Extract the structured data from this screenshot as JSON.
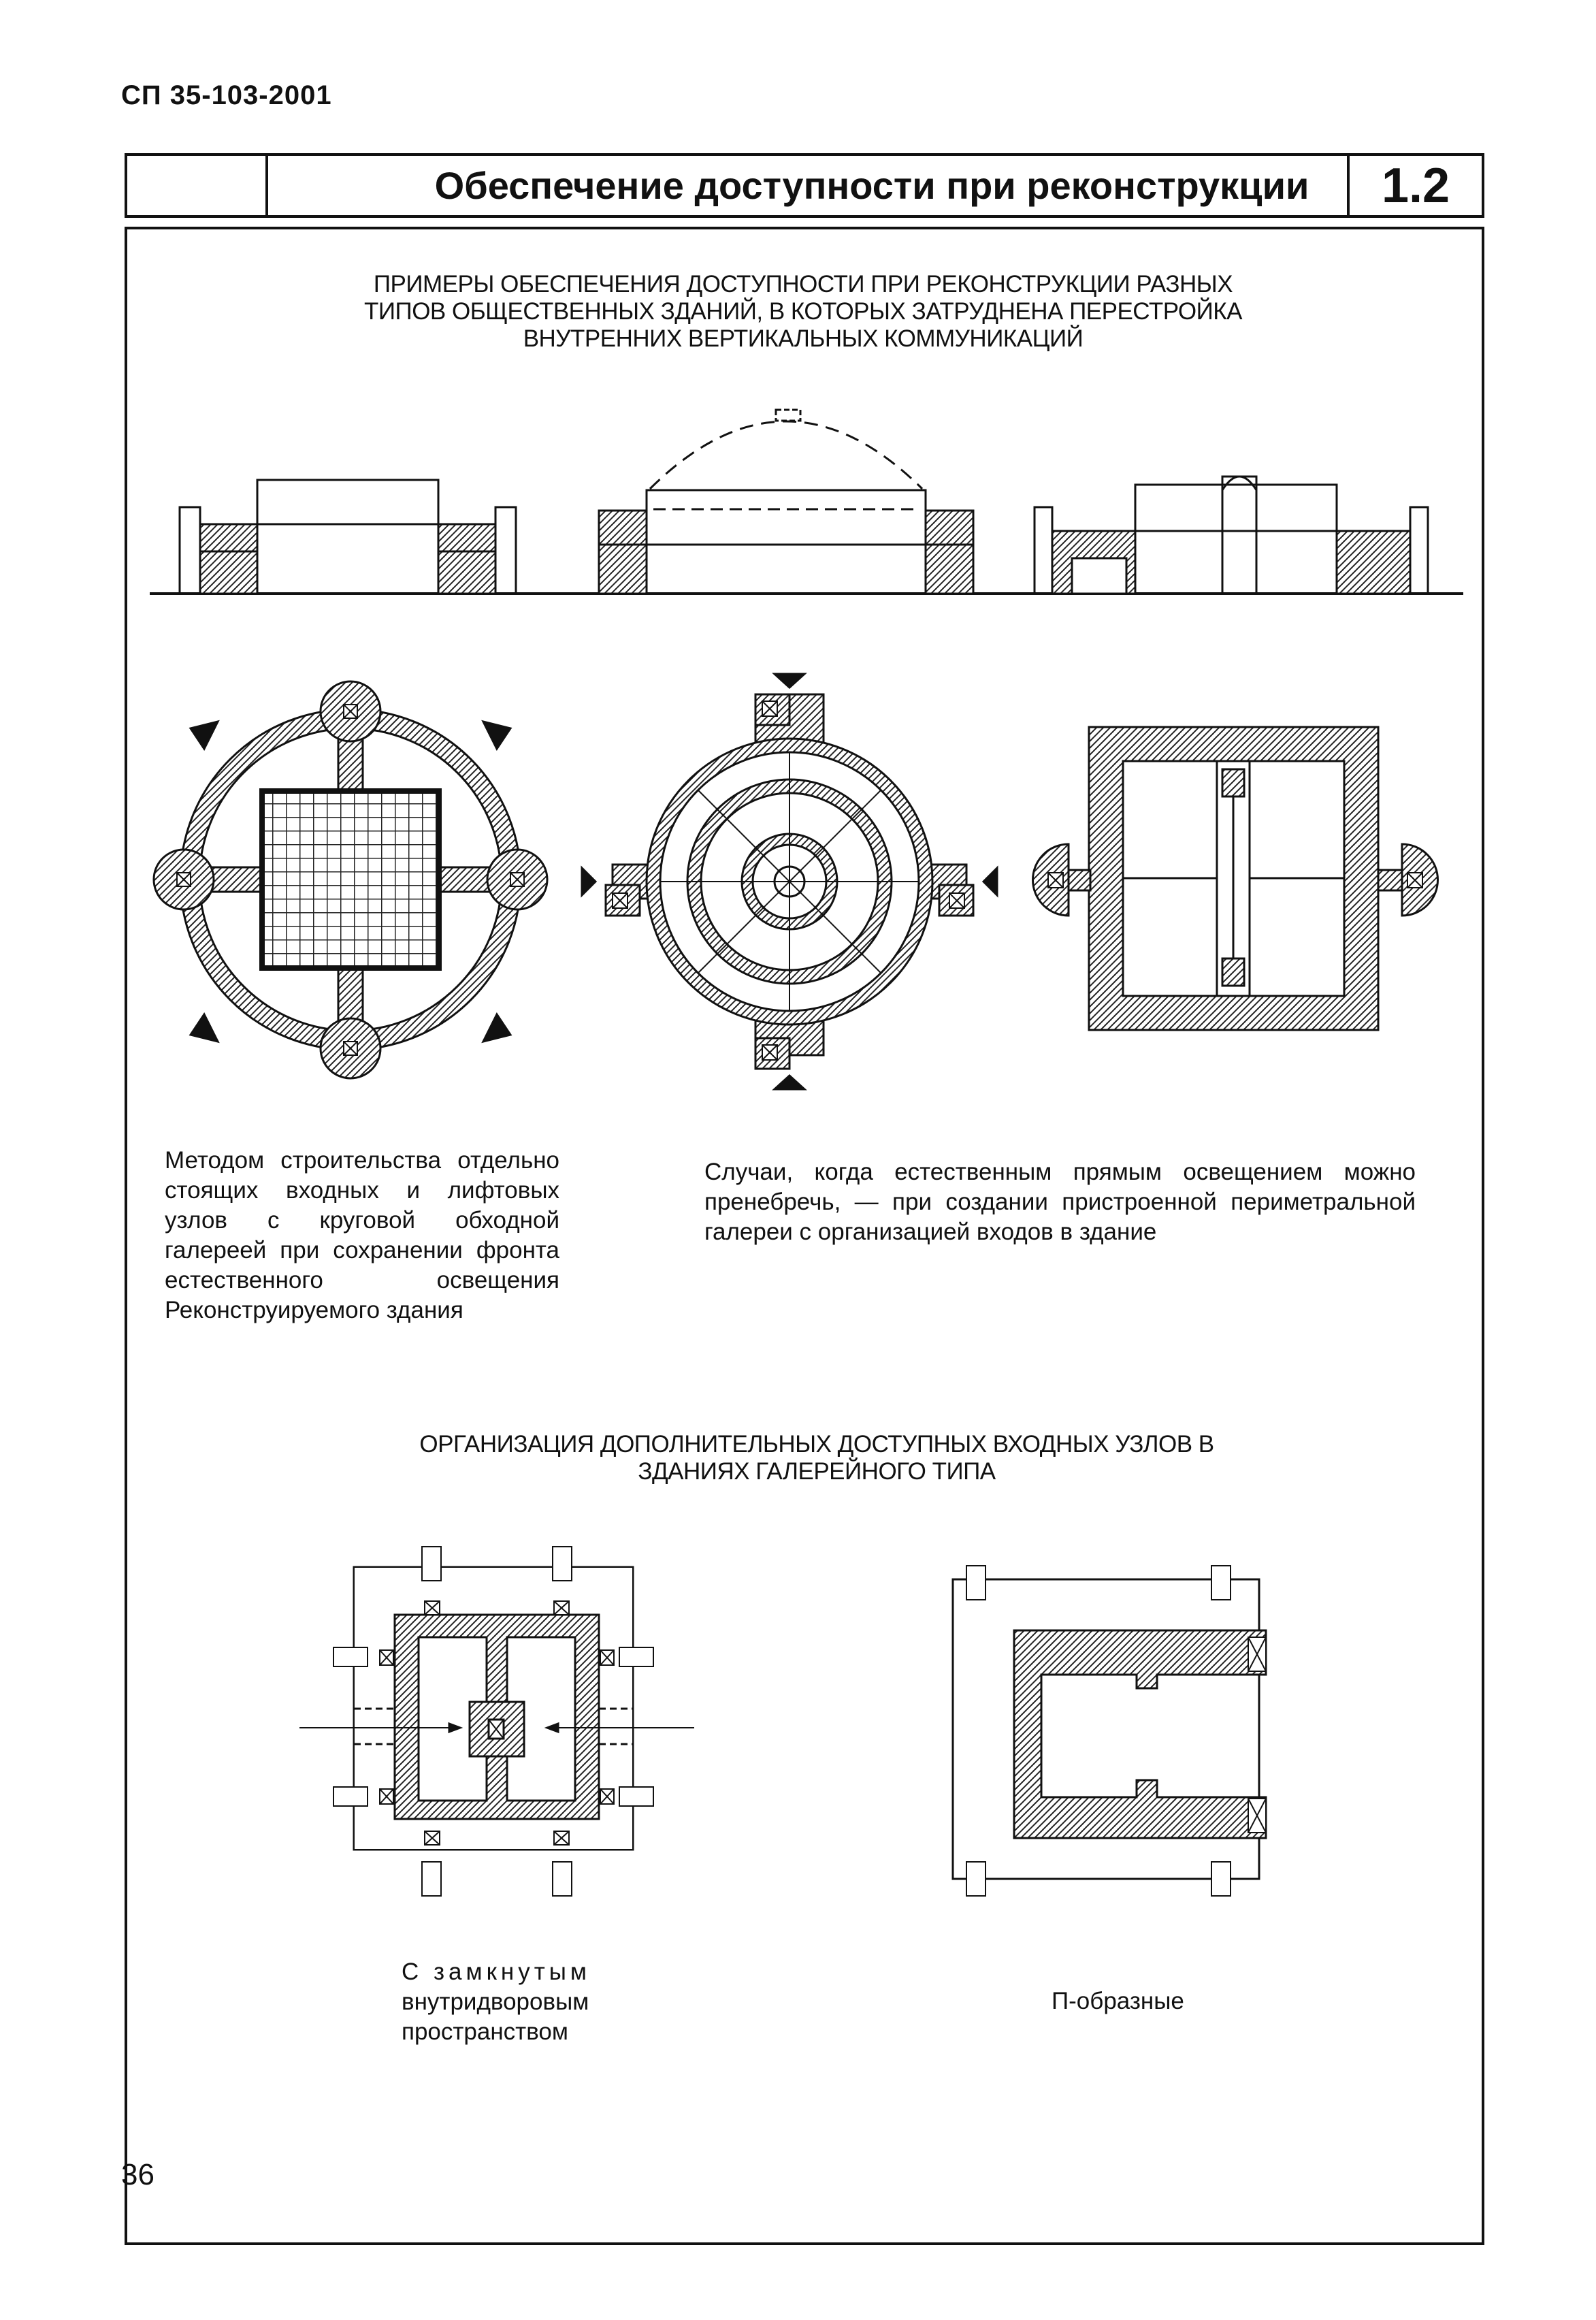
{
  "header": {
    "doc_code": "СП 35-103-2001",
    "title": "Обеспечение доступности при реконструкции",
    "section_number": "1.2"
  },
  "section1": {
    "heading_lines": [
      "ПРИМЕРЫ ОБЕСПЕЧЕНИЯ ДОСТУПНОСТИ ПРИ РЕКОНСТРУКЦИИ РАЗНЫХ",
      "ТИПОВ ОБЩЕСТВЕННЫХ ЗДАНИЙ, В КОТОРЫХ ЗАТРУДНЕНА ПЕРЕСТРОЙКА",
      "ВНУТРЕННИХ ВЕРТИКАЛЬНЫХ КОММУНИКАЦИЙ"
    ],
    "left_text": "Методом строительства отдельно стоящих входных и лифтовых узлов с круговой обходной галереей при сохранении фронта естественного освещения Реконструируемого здания",
    "right_text": "Случаи, когда естественным прямым освещением можно пренебречь, — при создании пристроенной периметральной галереи с организацией входов в здание"
  },
  "section2": {
    "heading_lines": [
      "ОРГАНИЗАЦИЯ ДОПОЛНИТЕЛЬНЫХ ДОСТУПНЫХ ВХОДНЫХ УЗЛОВ В",
      "ЗДАНИЯХ ГАЛЕРЕЙНОГО ТИПА"
    ],
    "left_caption_lines": [
      "С замкнутым",
      "внутридворовым",
      "пространством"
    ],
    "right_caption": "П-образные"
  },
  "footer": {
    "page_number": "36"
  }
}
